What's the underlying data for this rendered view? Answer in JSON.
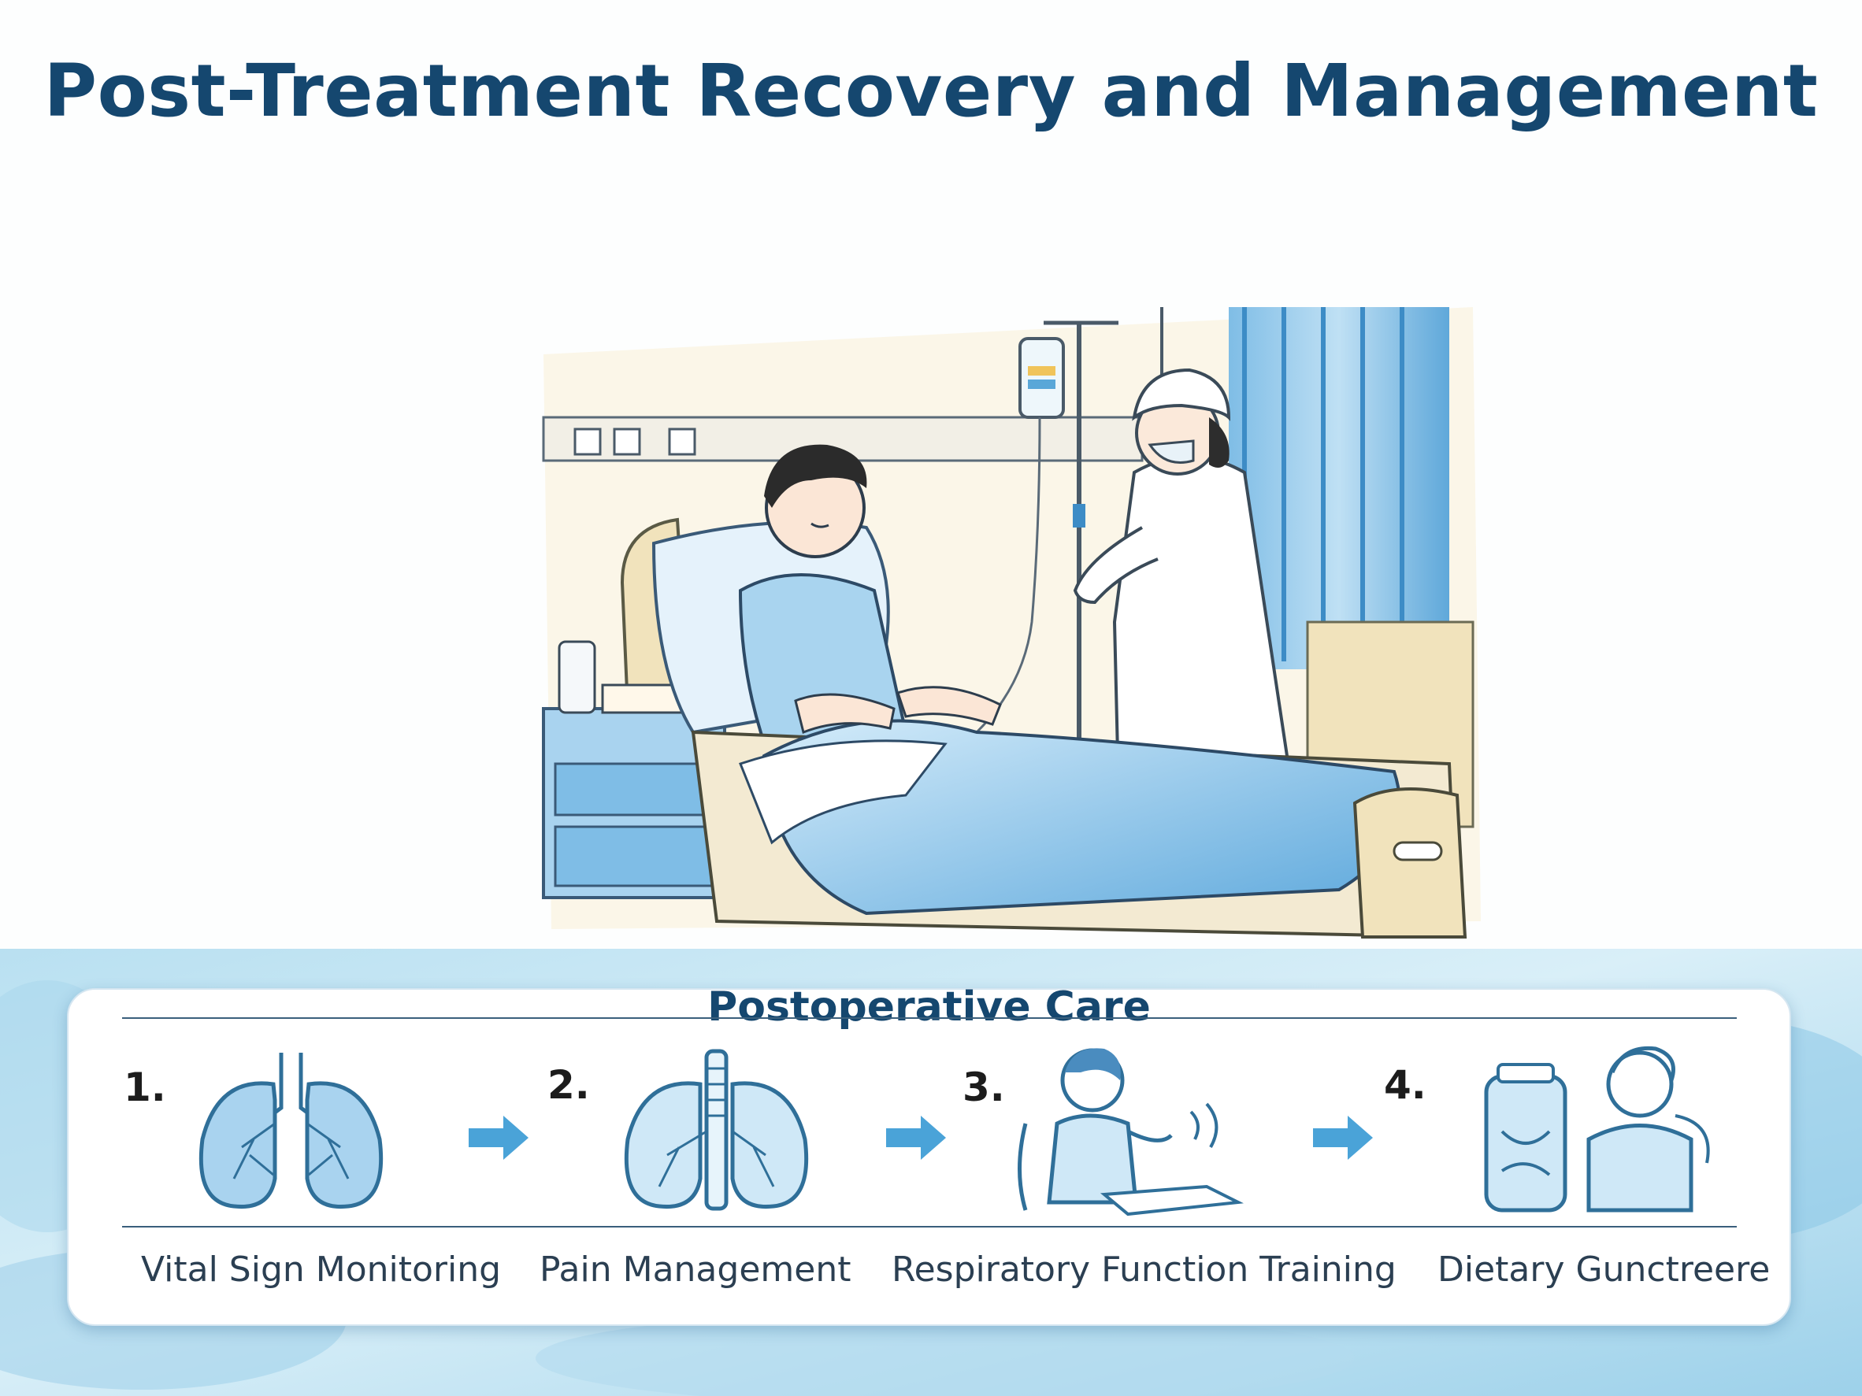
{
  "title": "Post-Treatment Recovery and Management",
  "care_section": {
    "title": "Postoperative Care",
    "steps": [
      {
        "number": "1.",
        "label": "Vital Sign Monitoring",
        "icon": "lungs-icon"
      },
      {
        "number": "2.",
        "label": "Pain Management",
        "icon": "lungs-trachea-icon"
      },
      {
        "number": "3.",
        "label": "Respiratory Function Training",
        "icon": "patient-breathing-icon"
      },
      {
        "number": "4.",
        "label": "Dietary Gunctreere",
        "icon": "food-jar-person-icon"
      }
    ]
  },
  "colors": {
    "title": "#15476f",
    "accent_blue": "#4aa3d8",
    "light_blue": "#bfe0f2",
    "line": "#2f6f99"
  }
}
